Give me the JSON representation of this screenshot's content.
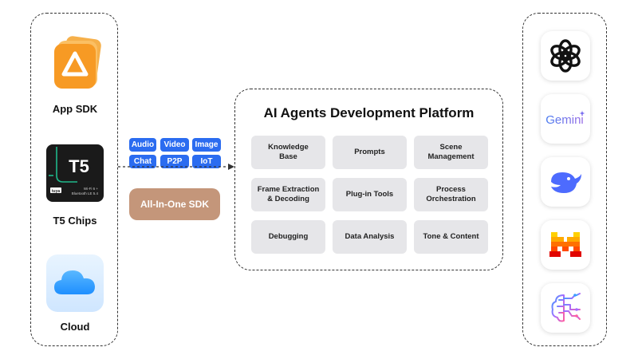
{
  "sources": {
    "app_sdk_label": "App SDK",
    "t5_label": "T5 Chips",
    "cloud_label": "Cloud",
    "chip_text": "T5",
    "chip_sub1": "Wi-Fi 6 +",
    "chip_sub2": "Bluetooth LE 5.4",
    "chip_brand": "tuya"
  },
  "capabilities": [
    "Audio",
    "Video",
    "Image",
    "Chat",
    "P2P",
    "IoT"
  ],
  "sdk_button_label": "All-In-One SDK",
  "platform": {
    "title": "AI Agents Development Platform",
    "cells": [
      [
        "Knowledge",
        "Base"
      ],
      [
        "Prompts"
      ],
      [
        "Scene",
        "Management"
      ],
      [
        "Frame Extraction",
        "& Decoding"
      ],
      [
        "Plug-in Tools"
      ],
      [
        "Process",
        "Orchestration"
      ],
      [
        "Debugging"
      ],
      [
        "Data Analysis"
      ],
      [
        "Tone & Content"
      ]
    ]
  },
  "models": {
    "gemini_text": "Gemini"
  },
  "colors": {
    "tag_blue": "#2b6cf0",
    "sdk_button": "#c4967a",
    "cell_bg": "#e6e6e9"
  }
}
